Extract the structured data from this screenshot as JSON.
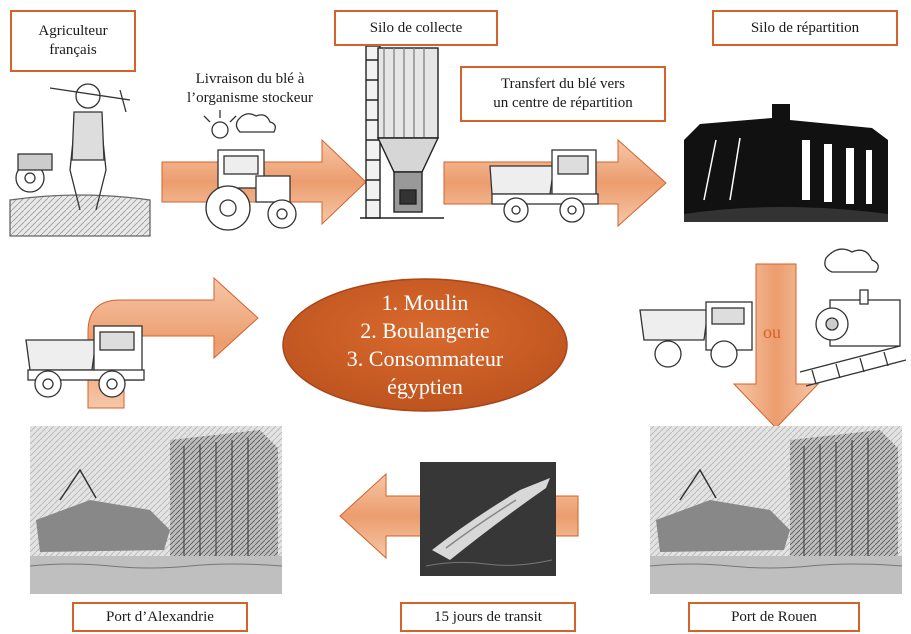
{
  "labels": {
    "farmer": "Agriculteur\nfrançais",
    "collection_silo": "Silo de collecte",
    "distribution_silo": "Silo de répartition",
    "port_alexandria": "Port d’Alexandrie",
    "transit": "15 jours de transit",
    "port_rouen": "Port de Rouen"
  },
  "captions": {
    "delivery": "Livraison du blé à\nl’organisme stockeur",
    "transfer": "Transfert du blé vers\nun centre de répartition",
    "or": "ou"
  },
  "center_steps": [
    "1. Moulin",
    "2. Boulangerie",
    "3. Consommateur",
    "égyptien"
  ],
  "colors": {
    "accent": "#d4622a",
    "arrow_fill": "#f0a97e",
    "ellipse": "#c95b22"
  }
}
